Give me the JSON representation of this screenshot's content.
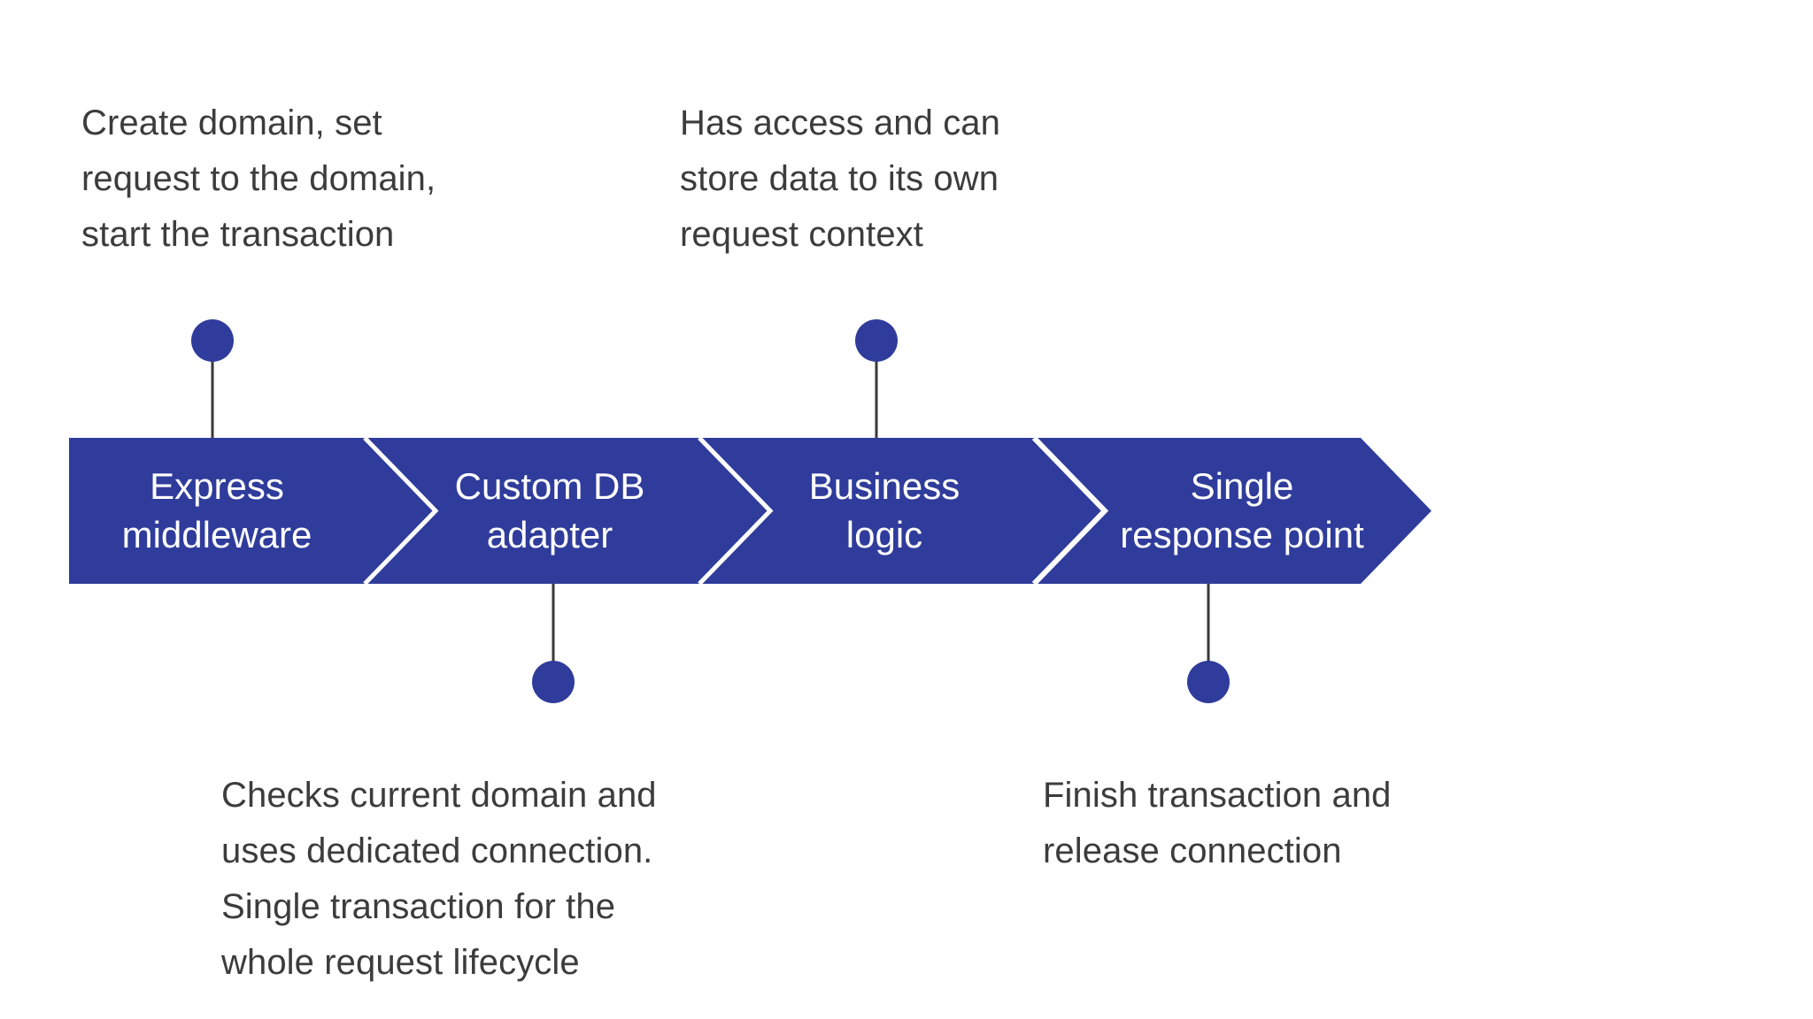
{
  "diagram": {
    "type": "chevron-process-flow",
    "orientation": "horizontal",
    "colors": {
      "accent": "#2f3c9b",
      "bar_fill": "#2f3c9b",
      "separator": "#ffffff",
      "annotation_text": "#3c3c3c",
      "stage_text": "#ffffff",
      "connector_line": "#3a3a3a",
      "background": "#ffffff"
    },
    "stages": [
      {
        "id": "express-middleware",
        "label": "Express\nmiddleware"
      },
      {
        "id": "custom-db-adapter",
        "label": "Custom DB\nadapter"
      },
      {
        "id": "business-logic",
        "label": "Business\nlogic"
      },
      {
        "id": "single-response-point",
        "label": "Single\nresponse point"
      }
    ],
    "annotations": [
      {
        "id": "annotation-express-middleware",
        "position": "above",
        "stage": "express-middleware",
        "text": "Create domain, set\nrequest to the domain,\nstart the transaction"
      },
      {
        "id": "annotation-business-logic",
        "position": "above",
        "stage": "business-logic",
        "text": "Has access and can\nstore data to its own\nrequest context"
      },
      {
        "id": "annotation-custom-db-adapter",
        "position": "below",
        "stage": "custom-db-adapter",
        "text": "Checks current domain and\nuses dedicated connection.\nSingle transaction for the\nwhole request lifecycle"
      },
      {
        "id": "annotation-single-response-point",
        "position": "below",
        "stage": "single-response-point",
        "text": "Finish transaction and\nrelease connection"
      }
    ],
    "connectors": [
      {
        "id": "connector-express-middleware",
        "direction": "up",
        "marker": "dot"
      },
      {
        "id": "connector-business-logic",
        "direction": "up",
        "marker": "dot"
      },
      {
        "id": "connector-custom-db-adapter",
        "direction": "down",
        "marker": "dot"
      },
      {
        "id": "connector-single-response-point",
        "direction": "down",
        "marker": "dot"
      }
    ]
  }
}
